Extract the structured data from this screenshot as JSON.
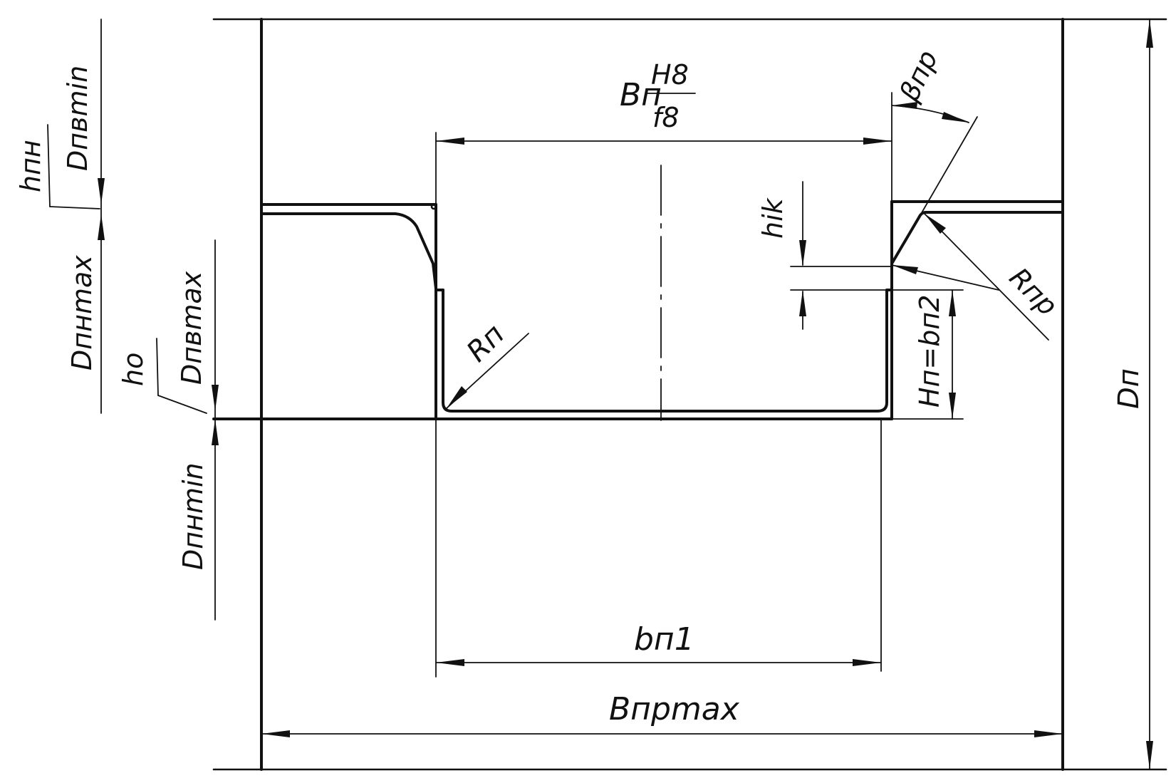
{
  "labels": {
    "hpn": "hпн",
    "dpv_min": "Dпвmin",
    "dpn_max": "Dпнmax",
    "dpv_max": "Dпвmax",
    "ho": "hо",
    "dpn_min": "Dпнmin",
    "bp": "Bп",
    "h8": "H8",
    "f8": "f8",
    "beta_pr": "βпр",
    "hik": "hik",
    "r_pr": "Rпр",
    "r_p": "Rп",
    "hp_bp2": "Hп=bп2",
    "dp": "Dп",
    "bp1": "bп1",
    "bpr_max": "Bпрmax"
  },
  "colors": {
    "ink": "#111111",
    "paper": "#ffffff"
  }
}
